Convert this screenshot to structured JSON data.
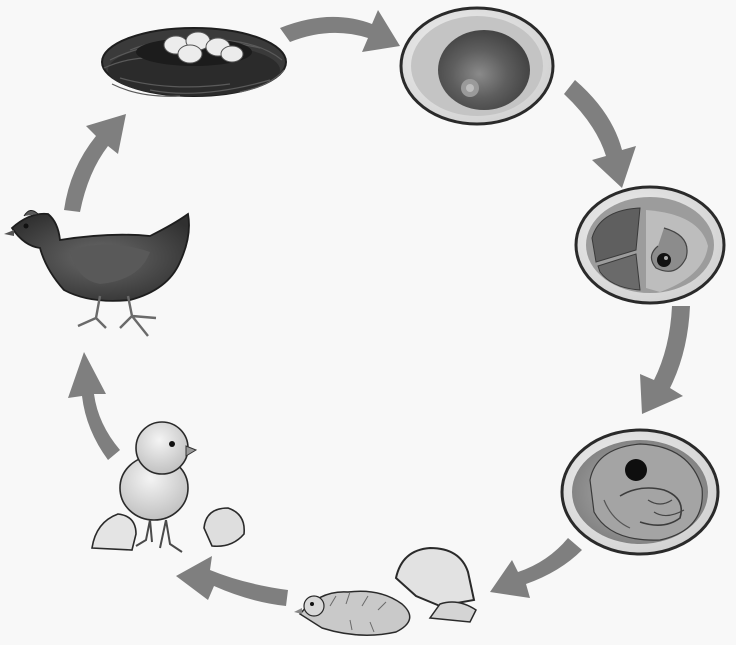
{
  "diagram": {
    "type": "cycle",
    "stage_count": 7,
    "stages": [
      {
        "id": "nest-with-eggs",
        "icon": "nest-eggs-icon"
      },
      {
        "id": "fertilized-egg",
        "icon": "egg-yolk-icon"
      },
      {
        "id": "early-embryo",
        "icon": "early-embryo-icon"
      },
      {
        "id": "late-embryo",
        "icon": "late-embryo-icon"
      },
      {
        "id": "hatching-chick",
        "icon": "hatching-chick-icon"
      },
      {
        "id": "chick",
        "icon": "chick-icon"
      },
      {
        "id": "adult-hen",
        "icon": "hen-icon"
      }
    ],
    "direction": "clockwise"
  },
  "colors": {
    "background": "#f8f8f8",
    "arrow": "#7f7f7f",
    "outline": "#2a2a2a",
    "egg_shell": "#e6e6e6",
    "yolk": "#6e6e6e",
    "nest": "#3a3a3a",
    "hen": "#4d4d4d",
    "chick": "#dcdcdc"
  }
}
